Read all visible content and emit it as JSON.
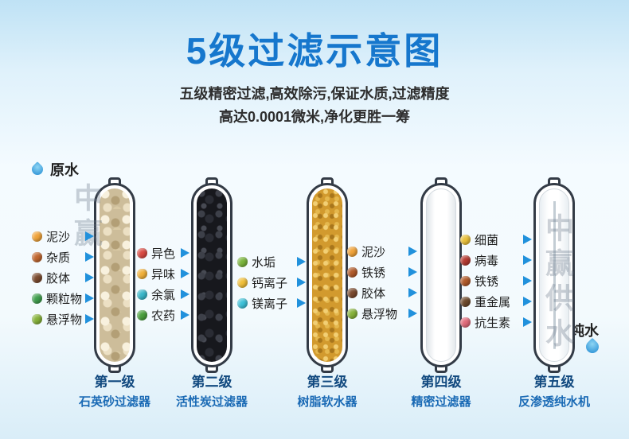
{
  "header": {
    "title": "5级过滤示意图",
    "subtitle1": "五级精密过滤,高效除污,保证水质,过滤精度",
    "subtitle2": "高达0.0001微米,净化更胜一筹"
  },
  "flow": {
    "raw_water": "原水",
    "pure_water": "纯水"
  },
  "watermarks": {
    "left": "中赢",
    "right": "中赢供水"
  },
  "colors": {
    "title_blue": "#1677cd",
    "stage_level_blue": "#11497f",
    "stage_name_blue": "#1a6ab5",
    "arrow_blue": "#2191dc",
    "water_drop_blue": "#1b86d0"
  },
  "stages": [
    {
      "level": "第一级",
      "name": "石英砂过滤器",
      "media": "quartz-sand"
    },
    {
      "level": "第二级",
      "name": "活性炭过滤器",
      "media": "activated-carbon"
    },
    {
      "level": "第三级",
      "name": "树脂软水器",
      "media": "resin-beads"
    },
    {
      "level": "第四级",
      "name": "精密过滤器",
      "media": "precision-cartridge"
    },
    {
      "level": "第五级",
      "name": "反渗透纯水机",
      "media": "ro-membrane"
    }
  ],
  "groups": [
    {
      "items": [
        {
          "label": "泥沙",
          "icon": "silt-icon",
          "color": "#f0a33a"
        },
        {
          "label": "杂质",
          "icon": "impurities-icon",
          "color": "#c0662f"
        },
        {
          "label": "胶体",
          "icon": "colloid-icon",
          "color": "#7a4a2e"
        },
        {
          "label": "颗粒物",
          "icon": "particles-icon",
          "color": "#3f9e4d"
        },
        {
          "label": "悬浮物",
          "icon": "suspended-solids-icon",
          "color": "#86b23a"
        }
      ]
    },
    {
      "items": [
        {
          "label": "异色",
          "icon": "discoloration-icon",
          "color": "#d94a43"
        },
        {
          "label": "异味",
          "icon": "odor-icon",
          "color": "#f0b03a"
        },
        {
          "label": "余氯",
          "icon": "residual-chlorine-icon",
          "color": "#39b6c9"
        },
        {
          "label": "农药",
          "icon": "pesticide-icon",
          "color": "#4ba03e"
        }
      ]
    },
    {
      "items": [
        {
          "label": "水垢",
          "icon": "scale-icon",
          "color": "#79b43c"
        },
        {
          "label": "钙离子",
          "icon": "calcium-ion-icon",
          "color": "#f0bf3a"
        },
        {
          "label": "镁离子",
          "icon": "magnesium-ion-icon",
          "color": "#3cc0d8"
        }
      ]
    },
    {
      "items": [
        {
          "label": "泥沙",
          "icon": "silt-icon",
          "color": "#f0a33a"
        },
        {
          "label": "铁锈",
          "icon": "rust-icon",
          "color": "#b05a2a"
        },
        {
          "label": "胶体",
          "icon": "colloid-icon",
          "color": "#7a4a2e"
        },
        {
          "label": "悬浮物",
          "icon": "suspended-solids-icon",
          "color": "#86b23a"
        }
      ]
    },
    {
      "items": [
        {
          "label": "细菌",
          "icon": "bacteria-icon",
          "color": "#e9c03a"
        },
        {
          "label": "病毒",
          "icon": "virus-icon",
          "color": "#b43a32"
        },
        {
          "label": "铁锈",
          "icon": "rust-icon",
          "color": "#b05a2a"
        },
        {
          "label": "重金属",
          "icon": "heavy-metals-icon",
          "color": "#6d4a2c"
        },
        {
          "label": "抗生素",
          "icon": "antibiotics-icon",
          "color": "#e06a7a"
        }
      ]
    }
  ]
}
